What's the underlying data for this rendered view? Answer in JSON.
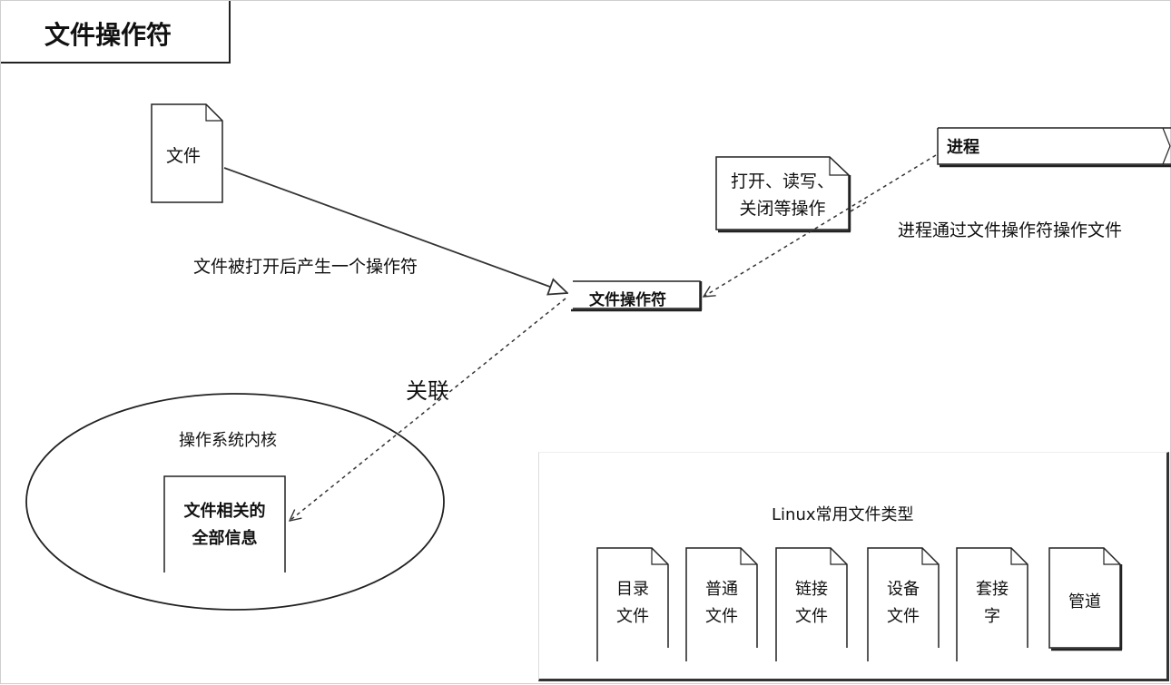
{
  "title": "文件操作符",
  "nodes": {
    "file": "文件",
    "fd": "文件操作符",
    "process": "进程",
    "note_line1": "打开、读写、",
    "note_line2": "关闭等操作",
    "kernel": "操作系统内核",
    "kernel_doc_line1": "文件相关的",
    "kernel_doc_line2": "全部信息"
  },
  "edges": {
    "file_to_fd": "文件被打开后产生一个操作符",
    "fd_to_kernel": "关联",
    "process_to_fd": "进程通过文件操作符操作文件"
  },
  "file_types": {
    "title": "Linux常用文件类型",
    "items": [
      {
        "line1": "目录",
        "line2": "文件"
      },
      {
        "line1": "普通",
        "line2": "文件"
      },
      {
        "line1": "链接",
        "line2": "文件"
      },
      {
        "line1": "设备",
        "line2": "文件"
      },
      {
        "line1": "套接",
        "line2": "字"
      },
      {
        "line1": "管道",
        "line2": ""
      }
    ]
  }
}
